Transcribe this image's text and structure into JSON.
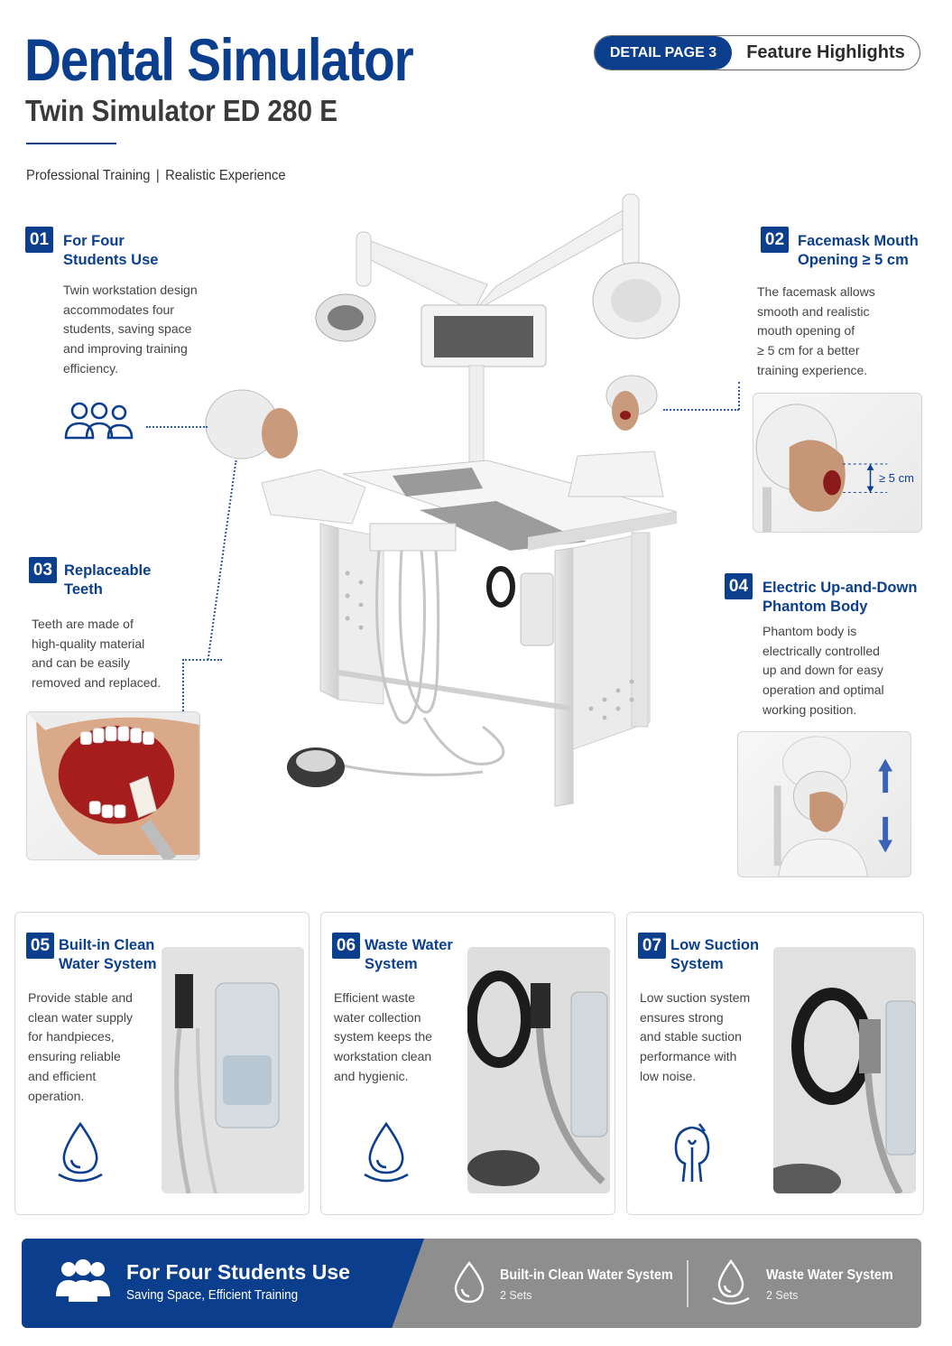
{
  "header": {
    "title": "Dental Simulator",
    "subtitle": "Twin Simulator ED 280 E",
    "tagline_left": "Professional Training",
    "tagline_sep": "|",
    "tagline_right": "Realistic Experience",
    "pill_left": "DETAIL PAGE 3",
    "pill_right": "Feature Highlights"
  },
  "features": [
    {
      "num": "01",
      "title1": "For Four",
      "title2": "Students Use",
      "desc": [
        "Twin workstation design",
        "accommodates four",
        "students, saving space",
        "and improving training",
        "efficiency."
      ]
    },
    {
      "num": "02",
      "title1": "Facemask Mouth",
      "title2": "Opening ≥ 5 cm",
      "desc": [
        "The facemask allows",
        "smooth and realistic",
        "mouth opening of",
        "≥ 5 cm for a better",
        "training experience."
      ],
      "annotation": "≥ 5 cm"
    },
    {
      "num": "03",
      "title1": "Replaceable",
      "title2": "Teeth",
      "desc": [
        "Teeth are made of",
        "high-quality material",
        "and can be easily",
        "removed and replaced."
      ]
    },
    {
      "num": "04",
      "title1": "Electric Up-and-Down",
      "title2": "Phantom Body",
      "desc": [
        "Phantom body is",
        "electrically controlled",
        "up and down for easy",
        "operation and optimal",
        "working position."
      ]
    }
  ],
  "cards": [
    {
      "num": "05",
      "title1": "Built-in Clean",
      "title2": "Water System",
      "desc": [
        "Provide stable and",
        "clean water supply",
        "for handpieces,",
        "ensuring reliable",
        "and efficient",
        "operation."
      ],
      "icon": "water-drop-icon"
    },
    {
      "num": "06",
      "title1": "Waste Water",
      "title2": "System",
      "desc": [
        "Efficient waste",
        "water collection",
        "system keeps the",
        "workstation clean",
        "and hygienic."
      ],
      "icon": "water-drop-icon"
    },
    {
      "num": "07",
      "title1": "Low Suction",
      "title2": "System",
      "desc": [
        "Low suction system",
        "ensures strong",
        "and stable suction",
        "performance with",
        "low noise."
      ],
      "icon": "suction-icon"
    }
  ],
  "footer": {
    "title": "For Four Students Use",
    "subtitle": "Saving Space, Efficient Training",
    "items": [
      {
        "title": "Built-in Clean Water System",
        "value": "2 Sets"
      },
      {
        "title": "Waste Water System",
        "value": "2 Sets"
      }
    ]
  },
  "colors": {
    "brand": "#0b3f8e",
    "footer_gray": "#8e8e8e"
  }
}
